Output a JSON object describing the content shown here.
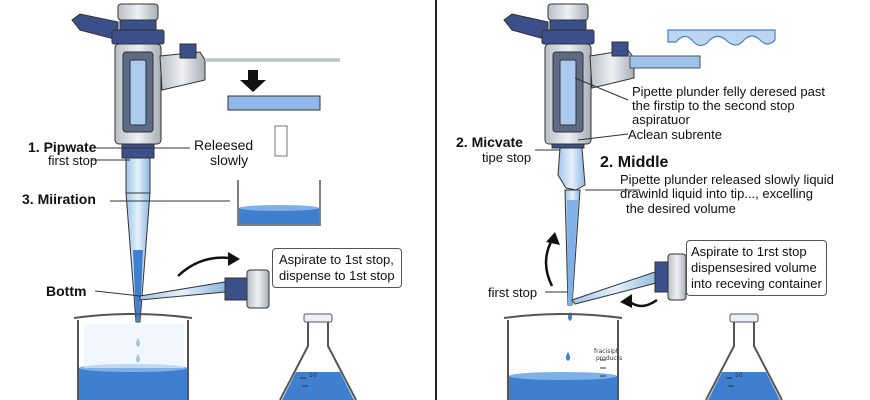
{
  "left_panel": {
    "label_1_title": "1. Pipwate",
    "label_1_sub": "first stop",
    "label_released_1": "Releesed",
    "label_released_2": "slowly",
    "label_3": "3. Miiration",
    "label_bottom": "Bottm",
    "callout_line_1": "Aspirate to 1st stop,",
    "callout_line_2": "dispense to 1st stop",
    "flask_tick": "50"
  },
  "right_panel": {
    "label_top_1": "Pipette plunder felly deresed past",
    "label_top_2": "the firstip to the second stop",
    "label_top_3": "aspiratuor",
    "label_clean": "Aclean subrente",
    "label_2_title": "2. Micvate",
    "label_2_sub": "tipe stop",
    "label_middle": "2. Middle",
    "desc_1": "Pipette plunder released slowly liquid",
    "desc_2": "drawinld liquid into tip..., excelling",
    "desc_3": "the desired volume",
    "label_first_stop": "first stop",
    "callout_line_1": "Aspirate to 1rst stop",
    "callout_line_2": "dispensesired volume",
    "callout_line_3": "into receving container",
    "beaker_tick_1": "fracisipt",
    "beaker_tick_2": "products",
    "flask_tick": "50"
  },
  "colors": {
    "liquid": "#3f7fd0",
    "liquid_light": "#bcd6f2",
    "pipette_dark": "#3b4f8a",
    "pipette_grey": "#cfd3d8",
    "outline": "#333333"
  }
}
